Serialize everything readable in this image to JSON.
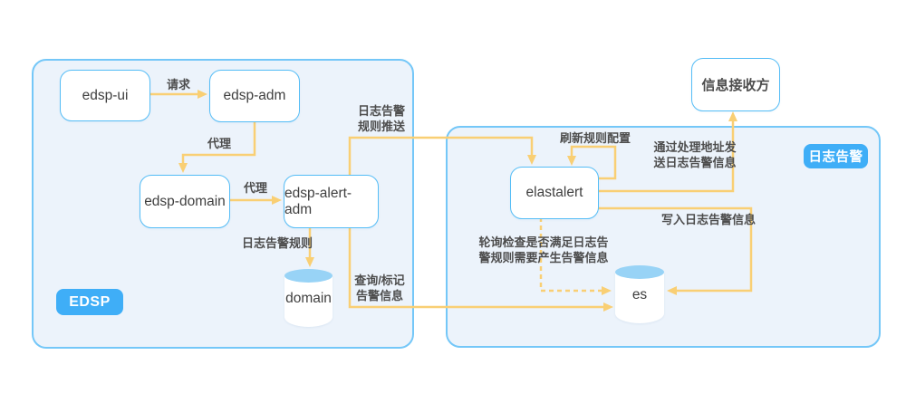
{
  "colors": {
    "page_bg": "#ffffff",
    "container_bg": "#ECF3FB",
    "container_border": "#74C7F8",
    "node_bg": "#FFFFFF",
    "node_border": "#55BDF6",
    "arrow": "#F9CF74",
    "badge_bg": "#3FAEF7",
    "badge_text": "#FFFFFF",
    "text": "#4A4A4A",
    "cylinder_top": "#98D3F6"
  },
  "containers": {
    "edsp": {
      "label": "EDSP"
    },
    "log_alert": {
      "label": "日志告警"
    }
  },
  "nodes": {
    "edsp_ui": {
      "label": "edsp-ui"
    },
    "edsp_adm": {
      "label": "edsp-adm"
    },
    "edsp_domain": {
      "label": "edsp-domain"
    },
    "edsp_alert_adm": {
      "label": "edsp-alert-adm"
    },
    "elastalert": {
      "label": "elastalert"
    },
    "receiver": {
      "label": "信息接收方"
    },
    "domain_db": {
      "label": "domain"
    },
    "es_db": {
      "label": "es"
    }
  },
  "edges": {
    "request": {
      "label": "请求"
    },
    "proxy_adm_domain": {
      "label": "代理"
    },
    "proxy_domain_alert": {
      "label": "代理"
    },
    "log_alert_rule": {
      "label": "日志告警规则"
    },
    "rule_push": {
      "lines": [
        "日志告警",
        "规则推送"
      ]
    },
    "query_mark": {
      "lines": [
        "查询/标记",
        "告警信息"
      ]
    },
    "refresh_rule": {
      "label": "刷新规则配置"
    },
    "send_via_address": {
      "lines": [
        "通过处理地址发",
        "送日志告警信息"
      ]
    },
    "write_log_alert": {
      "label": "写入日志告警信息"
    },
    "poll_check": {
      "lines": [
        "轮询检查是否满足日志告",
        "警规则需要产生告警信息"
      ]
    }
  }
}
